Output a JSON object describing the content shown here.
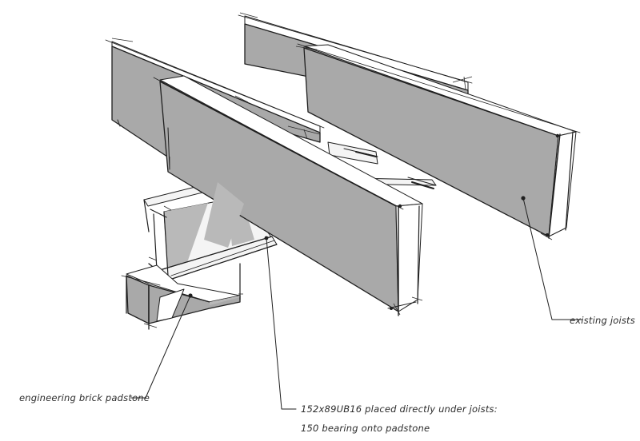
{
  "labels": {
    "existing_joists": "existing joists",
    "padstone": "engineering brick padstone",
    "beam_line1": "152x89UB16 placed directly under joists:",
    "beam_line2": "150 bearing onto padstone"
  },
  "colors": {
    "ink": "#1f1f1f",
    "face_fill": "#a9a9a9",
    "background": "#ffffff"
  }
}
